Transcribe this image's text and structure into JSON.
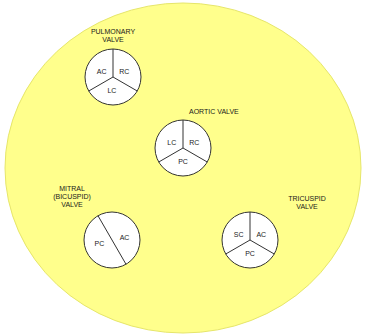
{
  "diagram": {
    "nodes": [
      {
        "text": [
          "PULMONARY VALVE",
          "AC",
          "RC",
          "LC"
        ]
      },
      {
        "text": [
          "AORTIC VALVE",
          "LC",
          "RC",
          "PC"
        ]
      },
      {
        "text": [
          "MITRAL (BICUSPID) VALVE",
          "AC",
          "PC"
        ]
      },
      {
        "text": [
          "TRICUSPID VALVE",
          "SC",
          "AC",
          "PC"
        ]
      }
    ]
  }
}
